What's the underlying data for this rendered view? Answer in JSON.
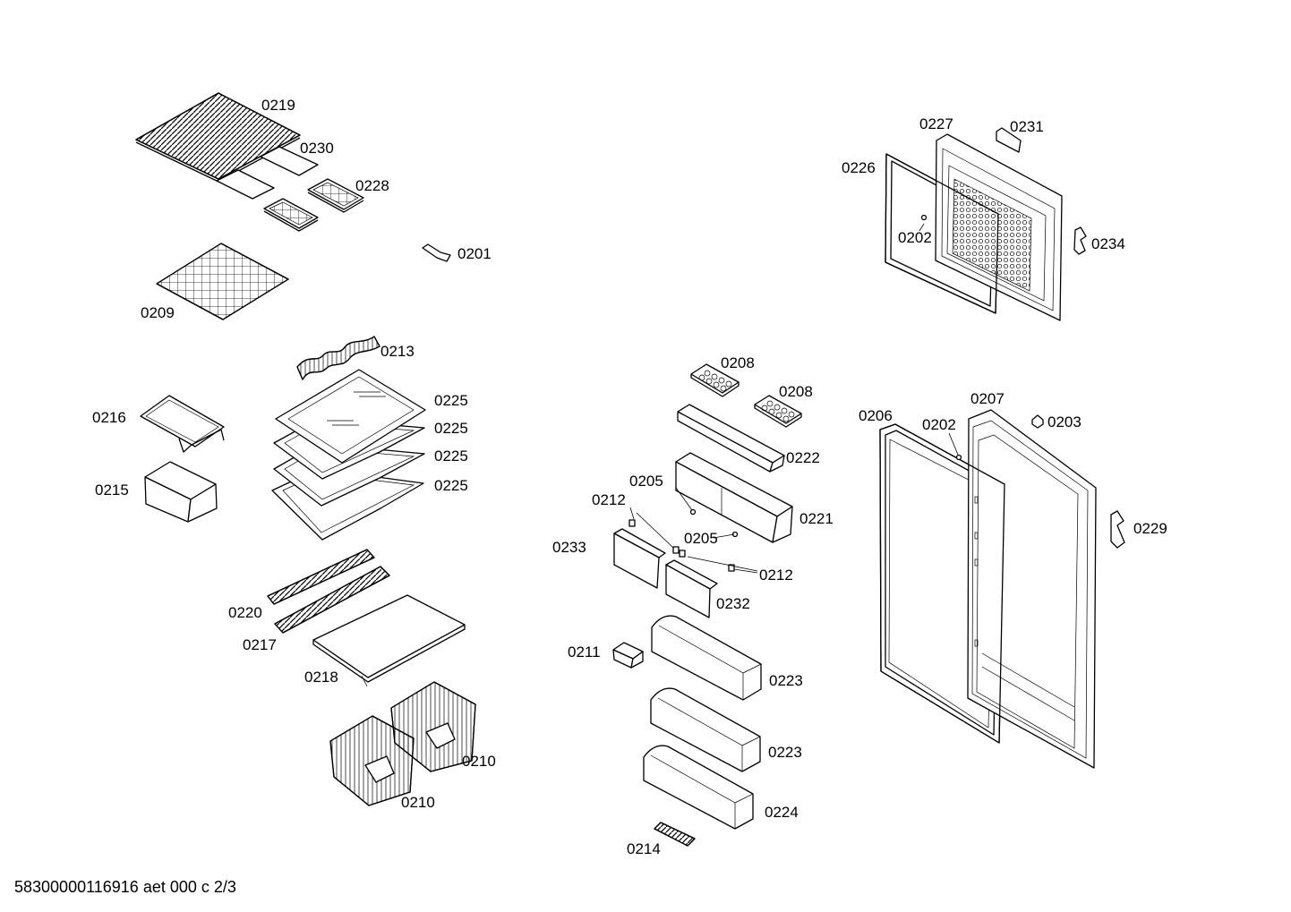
{
  "footer": "58300000116916 aet 000 c 2/3",
  "labels": {
    "l0219": "0219",
    "l0230": "0230",
    "l0228": "0228",
    "l0201": "0201",
    "l0209": "0209",
    "l0213": "0213",
    "l0225a": "0225",
    "l0225b": "0225",
    "l0225c": "0225",
    "l0225d": "0225",
    "l0216": "0216",
    "l0215": "0215",
    "l0220": "0220",
    "l0217": "0217",
    "l0218": "0218",
    "l0210a": "0210",
    "l0210b": "0210",
    "l0208a": "0208",
    "l0208b": "0208",
    "l0222": "0222",
    "l0205a": "0205",
    "l0205b": "0205",
    "l0221": "0221",
    "l0212a": "0212",
    "l0212b": "0212",
    "l0233": "0233",
    "l0232": "0232",
    "l0211": "0211",
    "l0223a": "0223",
    "l0223b": "0223",
    "l0224": "0224",
    "l0214": "0214",
    "l0227": "0227",
    "l0231": "0231",
    "l0226": "0226",
    "l0202a": "0202",
    "l0234": "0234",
    "l0207": "0207",
    "l0206": "0206",
    "l0202b": "0202",
    "l0203": "0203",
    "l0229": "0229"
  }
}
